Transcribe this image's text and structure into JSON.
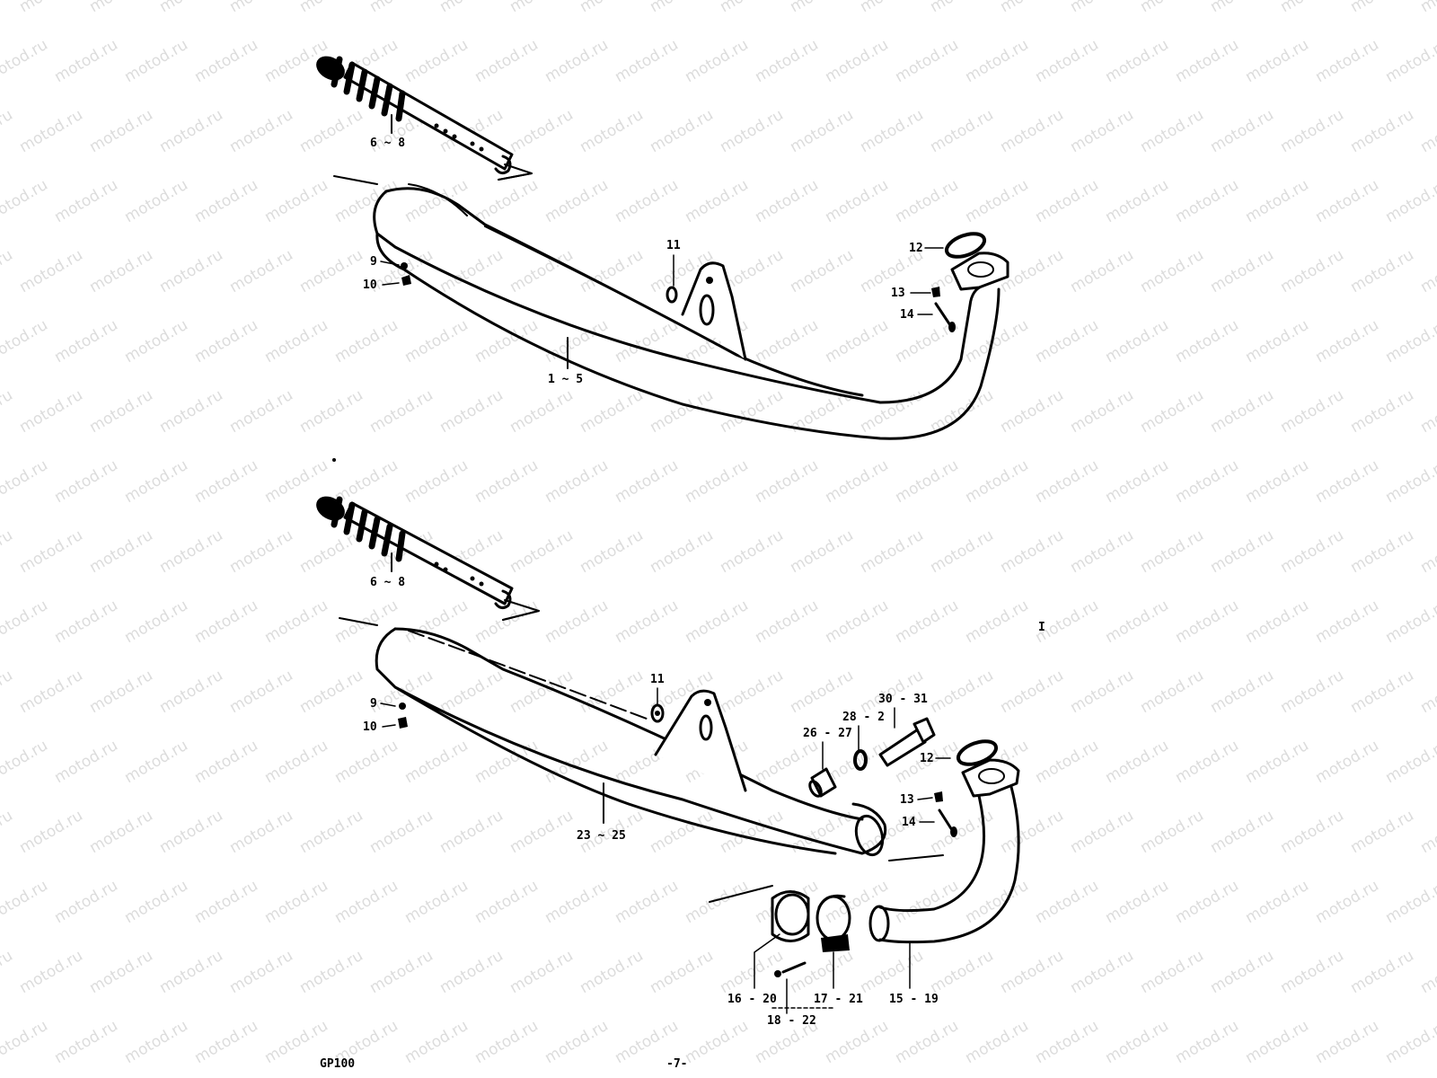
{
  "watermark": {
    "text": "motod.ru"
  },
  "upper_assembly": {
    "silencer_label": "6 ~ 8",
    "muffler_label": "1 ~ 5",
    "bolt_label": "9",
    "nut_label": "10",
    "bracket_washer_label": "11",
    "gasket_label": "12",
    "stud_nut_label": "13",
    "stud_label": "14"
  },
  "lower_assembly": {
    "silencer_label": "6 ~ 8",
    "muffler_label": "23 ~ 25",
    "bolt_label": "9",
    "nut_label": "10",
    "bracket_washer_label": "11",
    "collar_label": "26 - 27",
    "washer_label": "28 - 2",
    "bolt_long_label": "30 - 31",
    "gasket_label": "12",
    "stud_nut_label": "13",
    "stud_label": "14",
    "seal_label": "16 - 20",
    "clamp_label": "17 - 21",
    "clamp_bolt_label": "18 - 22",
    "exhaust_pipe_label": "15 - 19",
    "stray_mark": "I"
  },
  "footer": {
    "model": "GP100",
    "page": "-7-"
  }
}
